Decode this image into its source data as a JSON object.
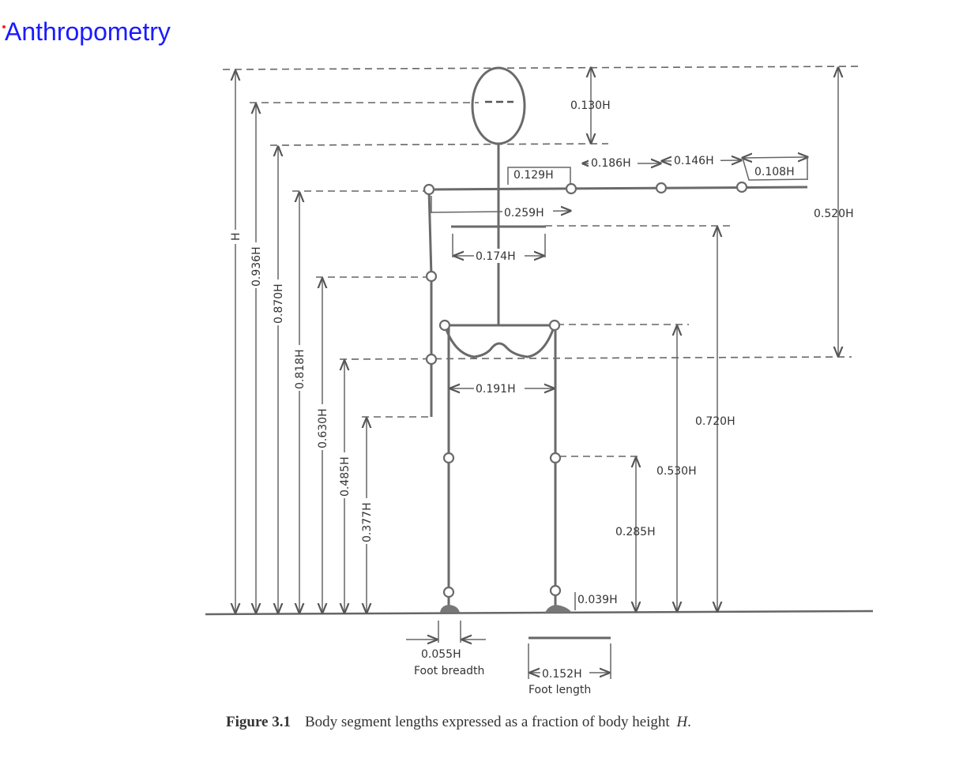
{
  "title": "Anthropometry",
  "figure": {
    "caption_number": "Figure 3.1",
    "caption_text": "Body segment lengths expressed as a fraction of body height",
    "caption_symbol": "H",
    "caption_period": "."
  },
  "labels": {
    "head": "0.130H",
    "upper_arm_offset": "0.129H",
    "upper_arm": "0.186H",
    "forearm": "0.146H",
    "hand": "0.108H",
    "shoulder_width": "0.259H",
    "chest_width": "0.174H",
    "hip_width": "0.191H",
    "total_height": "H",
    "eye_height": "0.936H",
    "chin_height": "0.870H",
    "shoulder_height": "0.818H",
    "elbow_height": "0.630H",
    "hip_joint_height": "0.485H",
    "wrist_height": "0.377H",
    "arm_span_drop": "0.520H",
    "chest_height": "0.720H",
    "hip_height": "0.530H",
    "knee_height": "0.285H",
    "ankle_height": "0.039H",
    "foot_breadth_value": "0.055H",
    "foot_breadth_name": "Foot breadth",
    "foot_length_value": "0.152H",
    "foot_length_name": "Foot length"
  }
}
